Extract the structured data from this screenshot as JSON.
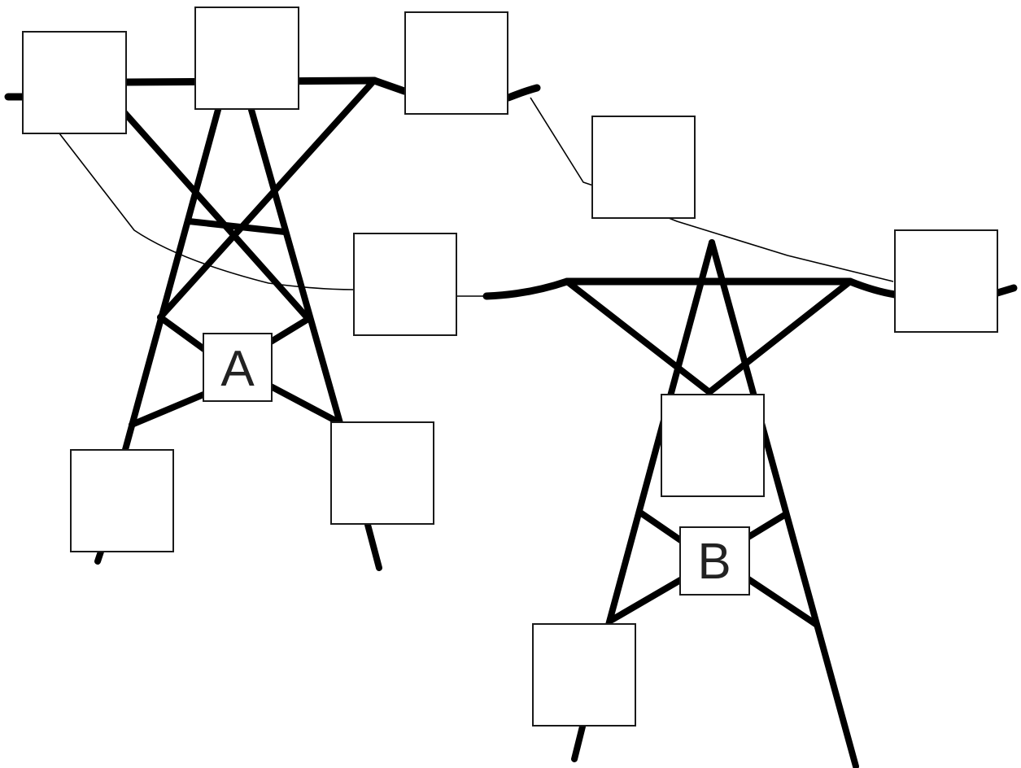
{
  "diagram": {
    "tower_a": {
      "label": "A"
    },
    "tower_b": {
      "label": "B"
    },
    "blank_boxes": [
      {
        "id": "box-1",
        "text": ""
      },
      {
        "id": "box-2",
        "text": ""
      },
      {
        "id": "box-3",
        "text": ""
      },
      {
        "id": "box-4",
        "text": ""
      },
      {
        "id": "box-5",
        "text": ""
      },
      {
        "id": "box-6",
        "text": ""
      },
      {
        "id": "box-7",
        "text": ""
      },
      {
        "id": "box-8",
        "text": ""
      },
      {
        "id": "box-9",
        "text": ""
      },
      {
        "id": "box-10",
        "text": ""
      }
    ]
  }
}
